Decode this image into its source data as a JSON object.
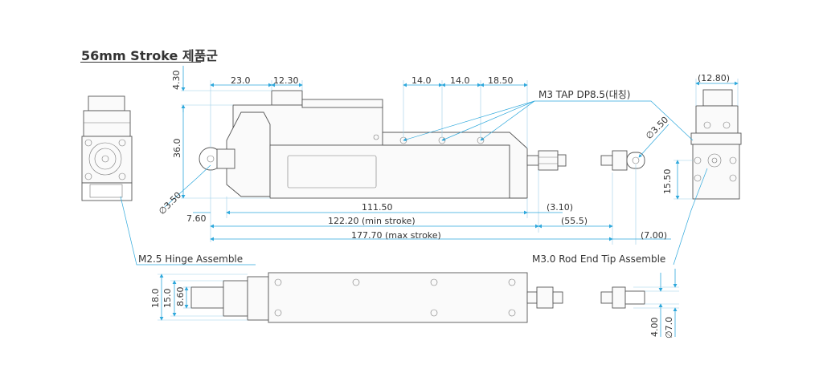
{
  "title": "56mm Stroke 제품군",
  "labels": {
    "hinge": "M2.5 Hinge Assemble",
    "rod_end": "M3.0 Rod End Tip Assemble",
    "tap": "M3 TAP DP8.5(대칭)"
  },
  "dims": {
    "d430": "4.30",
    "d230": "23.0",
    "d1230": "12.30",
    "d140a": "14.0",
    "d140b": "14.0",
    "d1850": "18.50",
    "d1280": "(12.80)",
    "d360": "36.0",
    "d350a": "∅3.50",
    "d350b": "∅3.50",
    "d1550": "15.50",
    "d760": "7.60",
    "d11150": "111.50",
    "d310": "(3.10)",
    "d12220": "122.20 (min stroke)",
    "d555": "(55.5)",
    "d17770": "177.70 (max stroke)",
    "d700": "(7.00)",
    "d180": "18.0",
    "d150": "15.0",
    "d860": "8.60",
    "d400": "4.00",
    "d70": "∅7.0"
  }
}
